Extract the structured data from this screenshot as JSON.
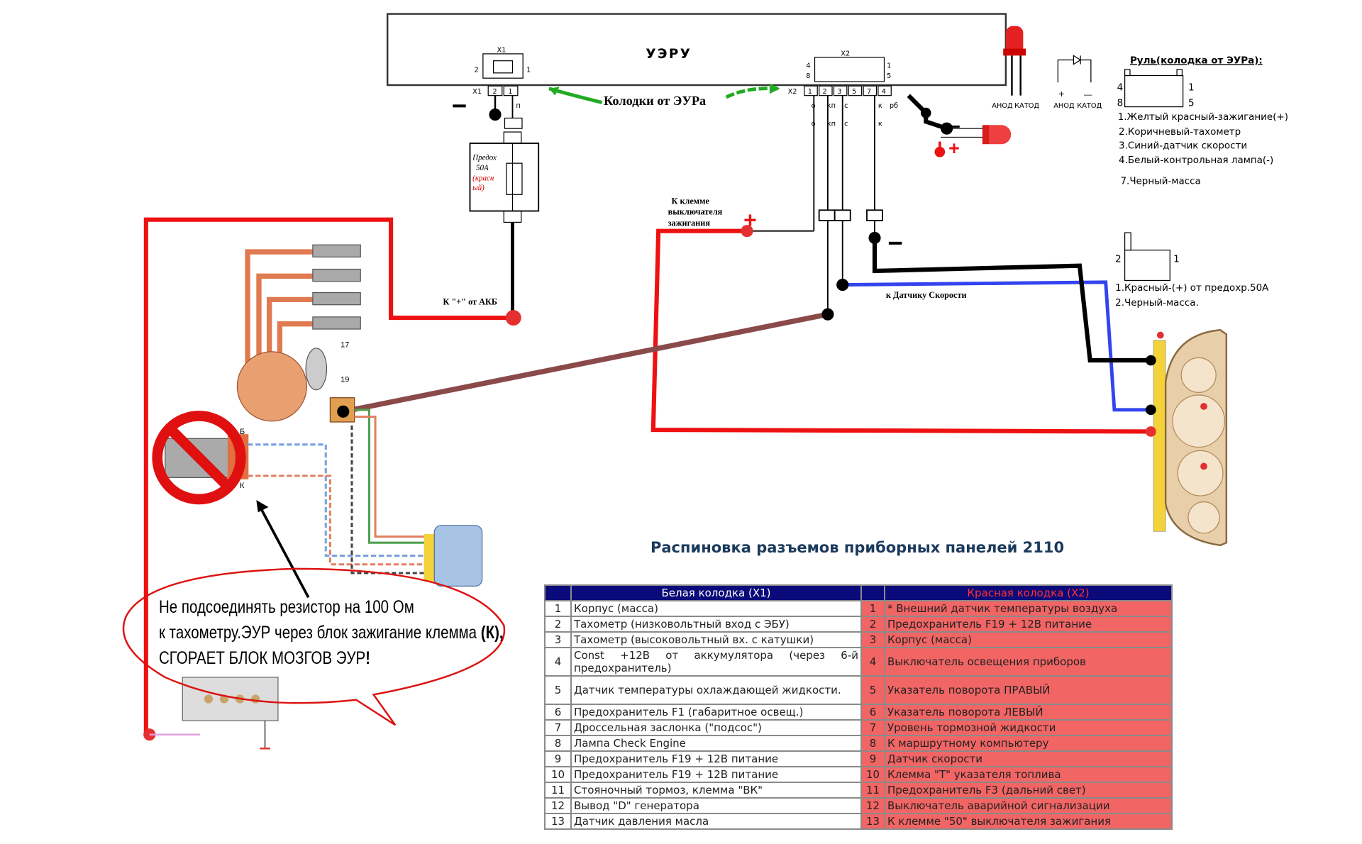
{
  "ecu": {
    "title": "УЭРУ",
    "x1_label": "X1",
    "x2_label": "X2",
    "x1_pins": [
      "2",
      "1"
    ],
    "x2_pins": [
      "1",
      "2",
      "3",
      "5",
      "7",
      "4"
    ],
    "x1_top_nums": [
      "2",
      "1"
    ],
    "x2_top_nums": [
      "4",
      "8",
      "1",
      "5"
    ],
    "x1_wire_label": "п",
    "x2_wire_labels": [
      "о",
      "кп",
      "с",
      "к",
      "рб"
    ]
  },
  "connectors_label": "Колодки от ЭУРа",
  "fuse": {
    "line1": "Предох",
    "line2": "50А",
    "line3": "(красн",
    "line4": "ый)"
  },
  "akb_label": "К \"+\" от АКБ",
  "ignition_label": [
    "К клемме",
    "выключателя",
    "зажигания"
  ],
  "speed_sensor_label": "к Датчику Скорости",
  "led": {
    "anode": "АНОД",
    "cathode": "КАТОД",
    "plus": "+",
    "minus": "—"
  },
  "polarity": {
    "plus": "+",
    "minus": "−"
  },
  "steering": {
    "title": "Руль(колодка от ЭУРа):",
    "pin_nums": [
      "4",
      "8",
      "1",
      "5"
    ],
    "items": [
      "1.Желтый красный-зажигание(+)",
      "2.Коричневый-тахометр",
      "3.Синий-датчик скорости",
      "4.Белый-контрольная лампа(-)",
      "7.Черный-масса"
    ]
  },
  "power_connector": {
    "pin_nums": [
      "2",
      "1"
    ],
    "items": [
      "1.Красный-(+) от предохр.50А",
      "2.Черный-масса."
    ]
  },
  "ignition_parts": {
    "n17": "17",
    "n19": "19",
    "b": "Б",
    "k": "К"
  },
  "warning": {
    "line1": "Не подсоединять резистор на 100 Ом",
    "line2a": "к тахометру.ЭУР через блок зажигание клемма ",
    "line2b": "(К),",
    "line3a": "СГОРАЕТ БЛОК МОЗГОВ ЭУР",
    "line3b": "!"
  },
  "table": {
    "title": "Распиновка разъемов приборных панелей 2110",
    "header_white": "Белая колодка (X1)",
    "header_red": "Красная колодка (X2)",
    "rows": [
      {
        "n": "1",
        "white": "Корпус (масса)",
        "red": "* Внешний датчик температуры воздуха"
      },
      {
        "n": "2",
        "white": "Тахометр (низковольтный вход с ЭБУ)",
        "red": "Предохранитель F19 + 12В питание"
      },
      {
        "n": "3",
        "white": "Тахометр (высоковольтный вх. с катушки)",
        "red": "Корпус (масса)"
      },
      {
        "n": "4",
        "white": "Const +12В от аккумулятора (через 6-й предохранитель)",
        "red": "Выключатель освещения приборов"
      },
      {
        "n": "5",
        "white": "Датчик температуры охлаждающей жидкости.",
        "red": "Указатель поворота ПРАВЫЙ"
      },
      {
        "n": "6",
        "white": "Предохранитель F1 (габаритное освещ.)",
        "red": "Указатель поворота ЛЕВЫЙ"
      },
      {
        "n": "7",
        "white": "Дроссельная заслонка (\"подсос\")",
        "red": "Уровень тормозной жидкости"
      },
      {
        "n": "8",
        "white": "Лампа Check Engine",
        "red": "К маршрутному компьютеру"
      },
      {
        "n": "9",
        "white": "Предохранитель F19 + 12В питание",
        "red": "Датчик скорости"
      },
      {
        "n": "10",
        "white": "Предохранитель F19 + 12В питание",
        "red": "Клемма \"Т\" указателя топлива"
      },
      {
        "n": "11",
        "white": "Стояночный тормоз, клемма \"ВК\"",
        "red": "Предохранитель F3 (дальний свет)"
      },
      {
        "n": "12",
        "white": "Вывод \"D\" генератора",
        "red": "Выключатель аварийной сигнализации"
      },
      {
        "n": "13",
        "white": "Датчик давления масла",
        "red": "К клемме \"50\" выключателя зажигания"
      }
    ]
  },
  "colors": {
    "red_wire": "#ee1111",
    "brown_wire": "#8b4a4a",
    "blue_wire": "#3344ee",
    "black_wire": "#000000",
    "green_arrow": "#22aa22",
    "table_header": "#0a0a7a",
    "table_red": "#f26565"
  }
}
